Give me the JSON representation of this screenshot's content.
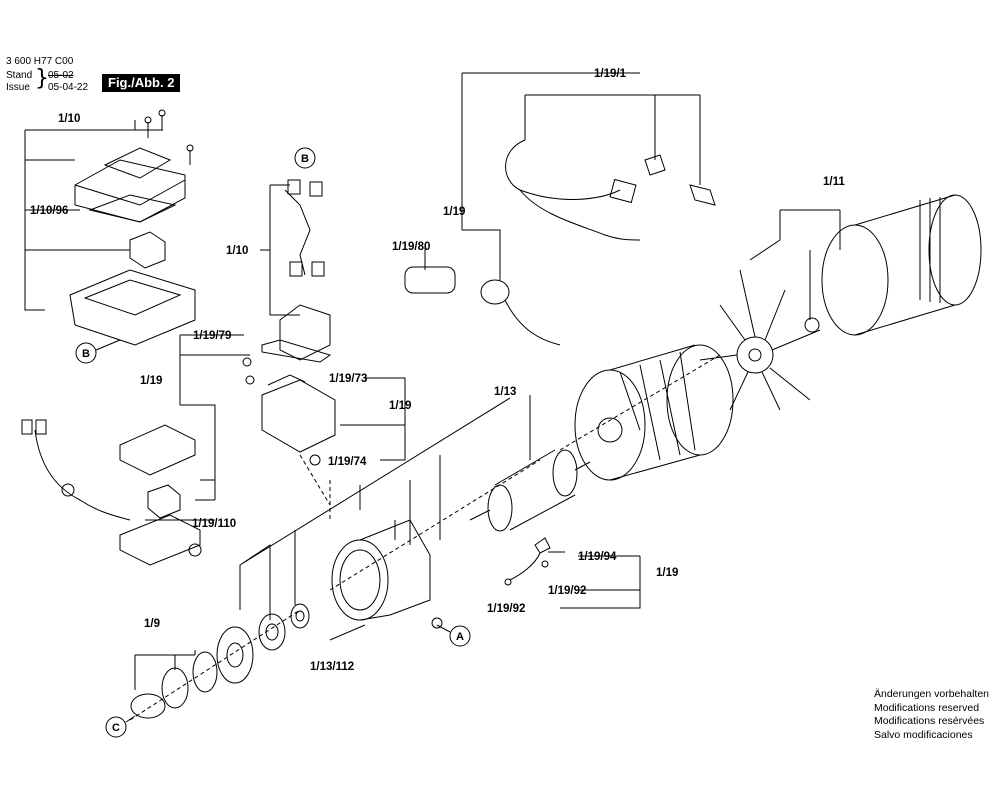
{
  "header": {
    "doc_number": "3 600 H77 C00",
    "stand_label": "Stand",
    "issue_label": "Issue",
    "stand_date": "05-02",
    "issue_date": "05-04-22",
    "figure_label": "Fig./Abb. 2"
  },
  "parts": {
    "p1_10_top": "1/10",
    "p1_10_96": "1/10/96",
    "p1_10_mid": "1/10",
    "p1_19_79": "1/19/79",
    "p1_19_left": "1/19",
    "p1_19_73": "1/19/73",
    "p1_19_mid": "1/19",
    "p1_19_74": "1/19/74",
    "p1_19_110": "1/19/110",
    "p1_19_1": "1/19/1",
    "p1_19_top": "1/19",
    "p1_19_80": "1/19/80",
    "p1_11": "1/11",
    "p1_13": "1/13",
    "p1_19_94": "1/19/94",
    "p1_19_right": "1/19",
    "p1_19_92a": "1/19/92",
    "p1_19_92b": "1/19/92",
    "p1_9": "1/9",
    "p1_13_112": "1/13/112"
  },
  "callouts": {
    "b_top": "B",
    "b_left": "B",
    "a": "A",
    "c": "C"
  },
  "notes": {
    "de": "Änderungen vorbehalten",
    "en": "Modifications reserved",
    "fr": "Modifications resérvées",
    "es": "Salvo modificaciones"
  }
}
